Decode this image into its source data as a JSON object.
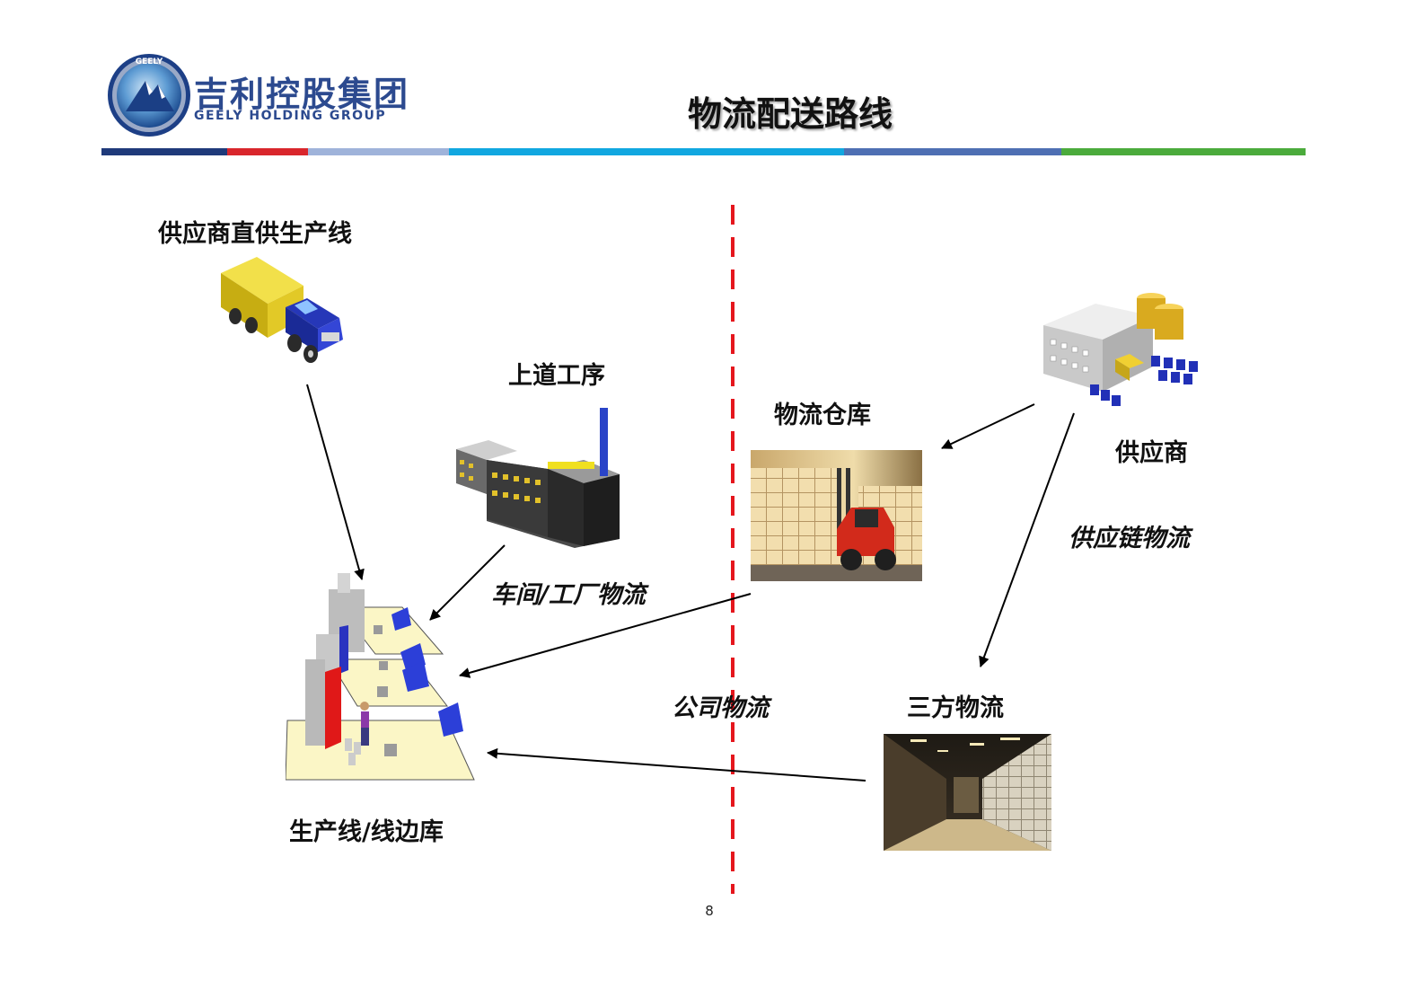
{
  "header": {
    "logo_cn": "吉利控股集团",
    "logo_en": "GEELY HOLDING GROUP",
    "logo_ring_text": "GEELY",
    "title": "物流配送路线",
    "stripe_colors": [
      "#1f3a7a",
      "#d9262c",
      "#9fb3da",
      "#11a7e0",
      "#4e6fb3",
      "#4bab3c"
    ]
  },
  "nodes": {
    "supplier_direct": "供应商直供生产线",
    "upstream_process": "上道工序",
    "logistics_warehouse": "物流仓库",
    "supplier": "供应商",
    "third_party": "三方物流",
    "production_line": "生产线/线边库"
  },
  "flows": {
    "workshop_factory": "车间/工厂物流",
    "supply_chain": "供应链物流",
    "company": "公司物流"
  },
  "colors": {
    "divider": "#e5161d",
    "arrow": "#000000"
  },
  "footer": {
    "page": "8"
  }
}
